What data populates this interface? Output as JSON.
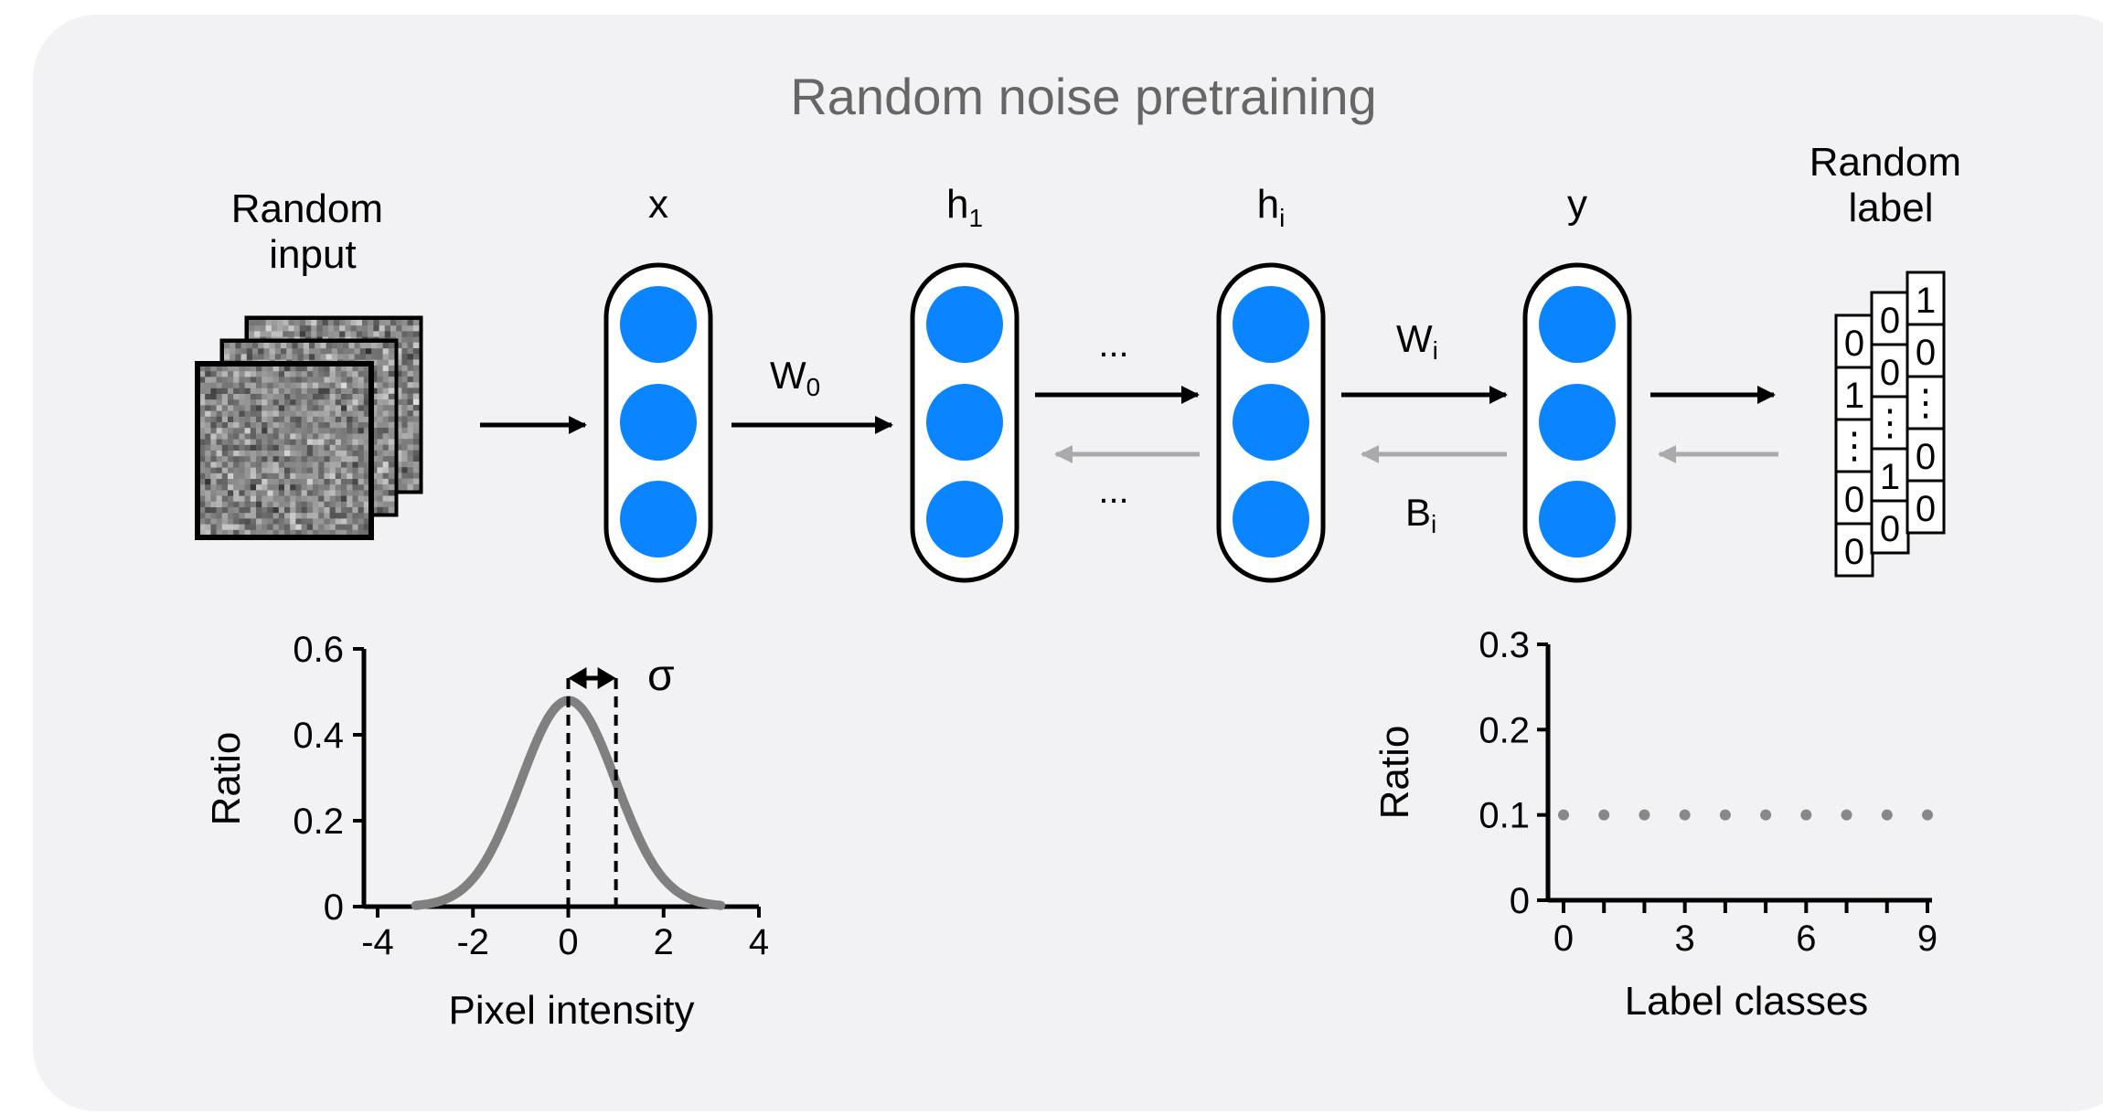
{
  "title": "Random noise pretraining",
  "input_label": [
    "Random",
    "input"
  ],
  "output_label": [
    "Random",
    "label"
  ],
  "layers": [
    {
      "name": "x",
      "sub": ""
    },
    {
      "name": "h",
      "sub": "1"
    },
    {
      "name": "h",
      "sub": "i"
    },
    {
      "name": "y",
      "sub": ""
    }
  ],
  "weights": {
    "w0": {
      "name": "W",
      "sub": "0"
    },
    "wi": {
      "name": "W",
      "sub": "i"
    },
    "bi": {
      "name": "B",
      "sub": "i"
    },
    "ellipsis": "..."
  },
  "label_columns": [
    [
      "1",
      "0",
      "⋮",
      "0",
      "0"
    ],
    [
      "0",
      "0",
      "⋮",
      "1",
      "0"
    ],
    [
      "0",
      "1",
      "⋮",
      "0",
      "0"
    ]
  ],
  "colors": {
    "background": "#f2f2f4",
    "node_fill": "#0a84ff",
    "forward_arrow": "#000000",
    "backward_arrow": "#aaaaaa",
    "curve": "#808080",
    "title": "#666666"
  },
  "chart_data": [
    {
      "type": "line",
      "title": "",
      "xlabel": "Pixel intensity",
      "ylabel": "Ratio",
      "xlim": [
        -4,
        4
      ],
      "ylim": [
        0,
        0.6
      ],
      "xticks": [
        "-4",
        "-2",
        "0",
        "2",
        "4"
      ],
      "yticks": [
        "0",
        "0.2",
        "0.4",
        "0.6"
      ],
      "curve": "gaussian",
      "mean": 0,
      "sigma": 1,
      "sigma_label": "σ",
      "dashed_lines_at": [
        0,
        1
      ]
    },
    {
      "type": "scatter",
      "title": "",
      "xlabel": "Label classes",
      "ylabel": "Ratio",
      "xlim": [
        0,
        9
      ],
      "ylim": [
        0,
        0.3
      ],
      "xticks": [
        "0",
        "3",
        "6",
        "9"
      ],
      "yticks": [
        "0",
        "0.1",
        "0.2",
        "0.3"
      ],
      "x": [
        0,
        1,
        2,
        3,
        4,
        5,
        6,
        7,
        8,
        9
      ],
      "y": [
        0.1,
        0.1,
        0.1,
        0.1,
        0.1,
        0.1,
        0.1,
        0.1,
        0.1,
        0.1
      ]
    }
  ]
}
